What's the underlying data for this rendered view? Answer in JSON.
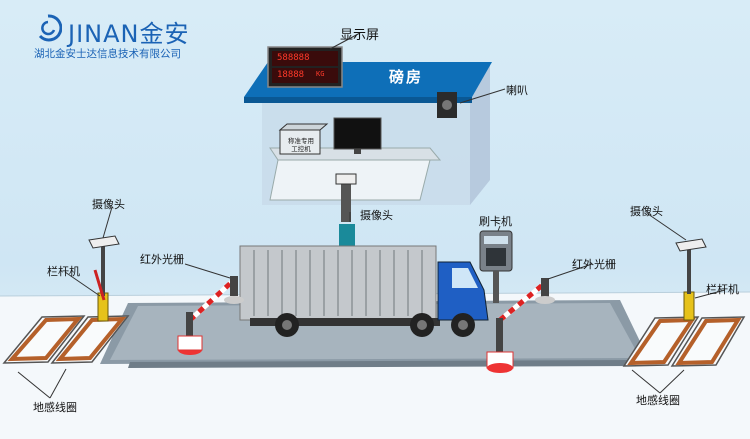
{
  "brand": {
    "name": "JINAN金安",
    "company": "湖北金安士达信息技术有限公司"
  },
  "labels": {
    "display_screen": "显示屏",
    "weigh_house": "磅房",
    "speaker": "喇叭",
    "camera_left": "摄像头",
    "camera_center": "摄像头",
    "camera_right": "摄像头",
    "card_reader": "刷卡机",
    "barrier_left": "栏杆机",
    "barrier_right": "栏杆机",
    "ir_grating_left": "红外光栅",
    "ir_grating_right": "红外光栅",
    "loop_left": "地感线圈",
    "loop_right": "地感线圈"
  },
  "display": {
    "row1": "588888",
    "row2": "18888",
    "unit": "KG"
  },
  "computer_label": [
    "称准专用",
    "工控机"
  ],
  "colors": {
    "brand_blue": "#1b63b5",
    "roof": "#0e6fb8",
    "truck_cab": "#1f5fc4",
    "led_red": "#ff3a2a"
  }
}
